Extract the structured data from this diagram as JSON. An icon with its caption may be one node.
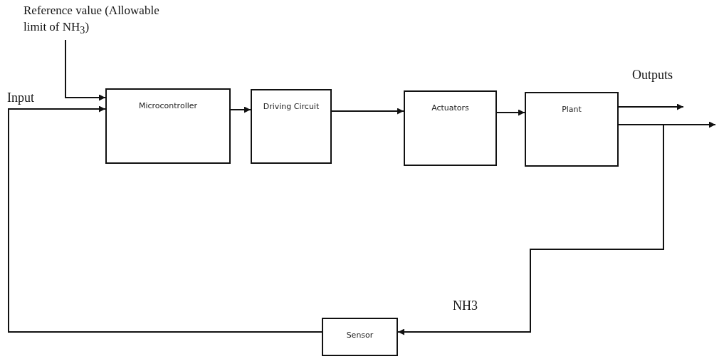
{
  "diagram": {
    "nodes": [
      {
        "text": [
          "Reference value (Allowable limit of NH$_{3}$)"
        ]
      },
      {
        "text": [
          "Microcontroller"
        ]
      },
      {
        "text": [
          "Driving Circuit"
        ]
      },
      {
        "text": [
          "Actuators"
        ]
      },
      {
        "text": [
          "Plant"
        ]
      },
      {
        "text": [
          "Sensor"
        ]
      }
    ],
    "edges": [
      {
        "from": 0,
        "to": 1,
        "arrow": "to"
      },
      {
        "from": 5,
        "to": 1,
        "arrow": "to",
        "label": "Input"
      },
      {
        "from": 1,
        "to": 2,
        "arrow": "to"
      },
      {
        "from": 2,
        "to": 3,
        "arrow": "to"
      },
      {
        "from": 3,
        "to": 4,
        "arrow": "to"
      },
      {
        "from": 4,
        "to": null,
        "arrow": "to",
        "label": "Outputs"
      },
      {
        "from": 4,
        "to": null,
        "arrow": "to"
      },
      {
        "from": 4,
        "to": 5,
        "arrow": "to",
        "label": "NH3"
      }
    ]
  }
}
